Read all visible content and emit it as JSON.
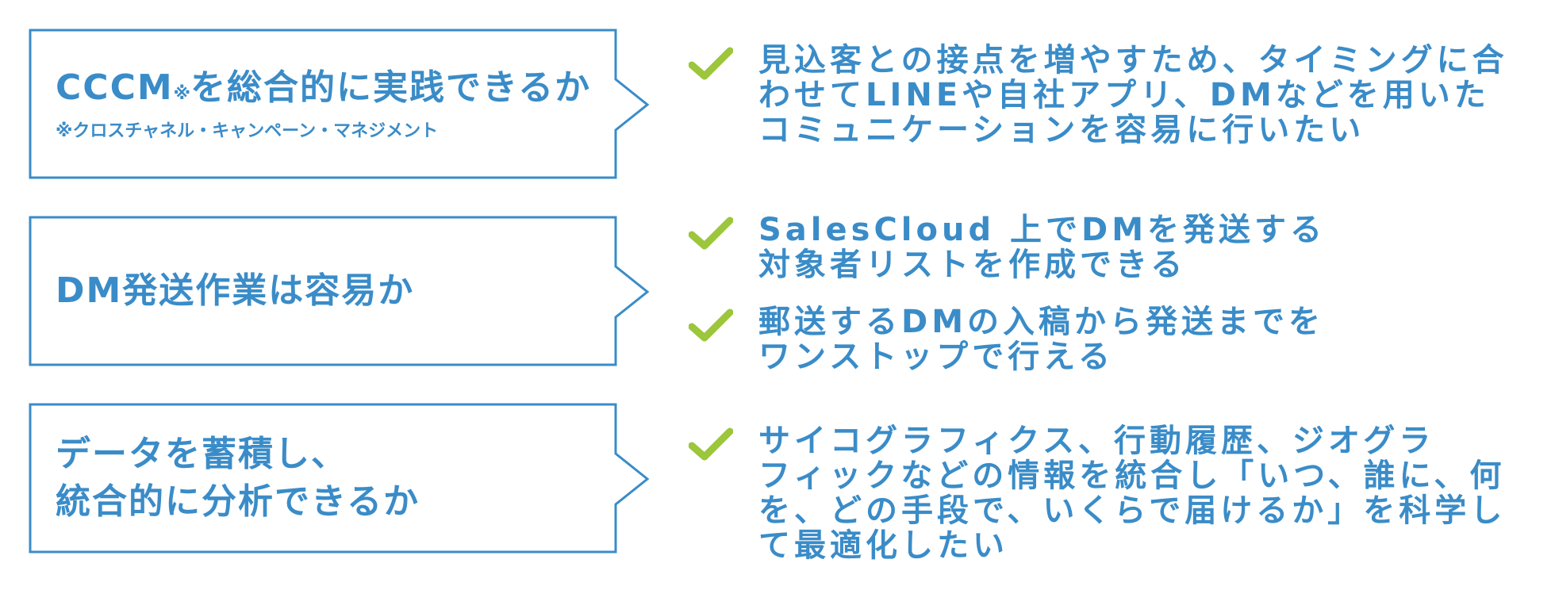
{
  "colors": {
    "accent": "#3a8cc8",
    "check": "#9cc63b",
    "background": "#ffffff"
  },
  "rows": [
    {
      "box": {
        "title": "CCCM",
        "title_mark": "※",
        "title_rest": "を総合的に実践できるか",
        "note": "※クロスチャネル・キャンペーン・マネジメント"
      },
      "items": [
        {
          "icon": "check-icon",
          "lines": [
            "見込客との接点を増やすため、タイミングに合",
            "わせてLINEや自社アプリ、DMなどを用いた",
            "コミュニケーションを容易に行いたい"
          ]
        }
      ]
    },
    {
      "box": {
        "title": "DM発送作業は容易か"
      },
      "items": [
        {
          "icon": "check-icon",
          "lines": [
            "SalesCloud 上でDMを発送する",
            "対象者リストを作成できる"
          ]
        },
        {
          "icon": "check-icon",
          "lines": [
            "郵送するDMの入稿から発送までを",
            "ワンストップで行える"
          ]
        }
      ]
    },
    {
      "box": {
        "title_lines": [
          "データを蓄積し、",
          "統合的に分析できるか"
        ]
      },
      "items": [
        {
          "icon": "check-icon",
          "lines": [
            "サイコグラフィクス、行動履歴、ジオグラ",
            "フィックなどの情報を統合し「いつ、誰に、何",
            "を、どの手段で、いくらで届けるか」を科学し",
            "て最適化したい"
          ]
        }
      ]
    }
  ]
}
